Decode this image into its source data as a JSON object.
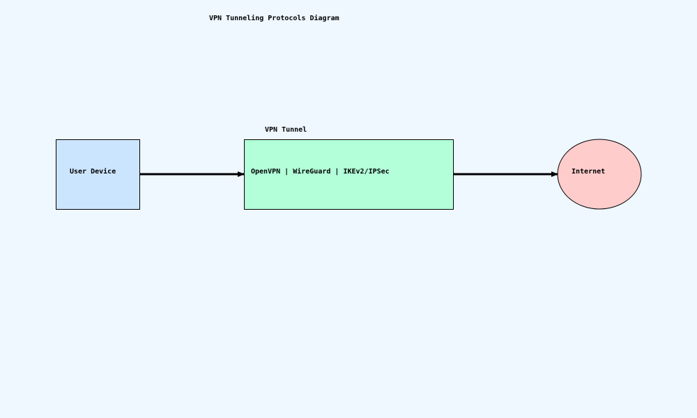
{
  "title": "VPN Tunneling Protocols Diagram",
  "nodes": {
    "user_device": {
      "label": "User Device",
      "fill": "#cce5ff"
    },
    "vpn_tunnel": {
      "caption": "VPN Tunnel",
      "protocols": "OpenVPN | WireGuard | IKEv2/IPSec",
      "fill": "#b3ffd9"
    },
    "internet": {
      "label": "Internet",
      "fill": "#ffcccc"
    }
  },
  "colors": {
    "background": "#eff7ff",
    "stroke": "#000000"
  }
}
